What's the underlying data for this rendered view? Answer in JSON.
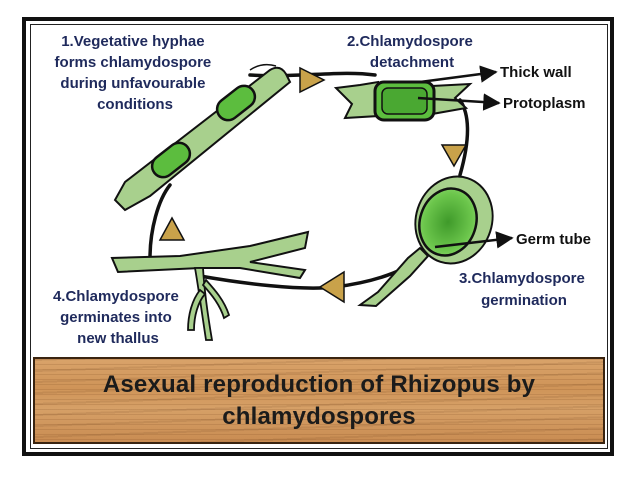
{
  "stages": {
    "stage1": [
      "1.Vegetative hyphae",
      "forms chlamydospore",
      "during unfavourable",
      "conditions"
    ],
    "stage2": [
      "2.Chlamydospore",
      "detachment"
    ],
    "stage3": [
      "3.Chlamydospore",
      "germination"
    ],
    "stage4": [
      "4.Chlamydospore",
      "germinates into",
      "new thallus"
    ]
  },
  "parts": {
    "thick_wall": "Thick wall",
    "protoplasm": "Protoplasm",
    "germ_tube": "Germ tube"
  },
  "banner": {
    "line1": "Asexual reproduction of Rhizopus by",
    "line2": "chlamydospores"
  },
  "colors": {
    "hypha_fill": "#a8d08d",
    "spore_fill": "#5cbd3e",
    "arrow_fill": "#c9a24a",
    "stage_text": "#1f2a5c"
  }
}
